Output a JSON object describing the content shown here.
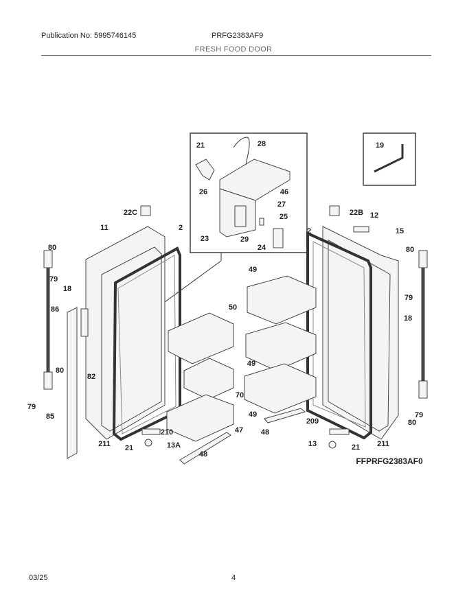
{
  "header": {
    "publication": "Publication No: 5995746145",
    "model": "PRFG2383AF9",
    "section_title": "FRESH FOOD DOOR"
  },
  "diagram": {
    "code": "FFPRFG2383AF0",
    "labels": [
      "21",
      "28",
      "26",
      "46",
      "27",
      "25",
      "23",
      "29",
      "24",
      "19",
      "22C",
      "22B",
      "12",
      "11",
      "2",
      "2",
      "15",
      "80",
      "79",
      "18",
      "86",
      "80",
      "82",
      "79",
      "85",
      "211",
      "210",
      "21",
      "13A",
      "48",
      "47",
      "70",
      "50",
      "49",
      "49",
      "49",
      "48",
      "209",
      "13",
      "21",
      "211",
      "80",
      "79",
      "18",
      "80",
      "79"
    ]
  },
  "footer": {
    "date": "03/25",
    "page": "4"
  }
}
